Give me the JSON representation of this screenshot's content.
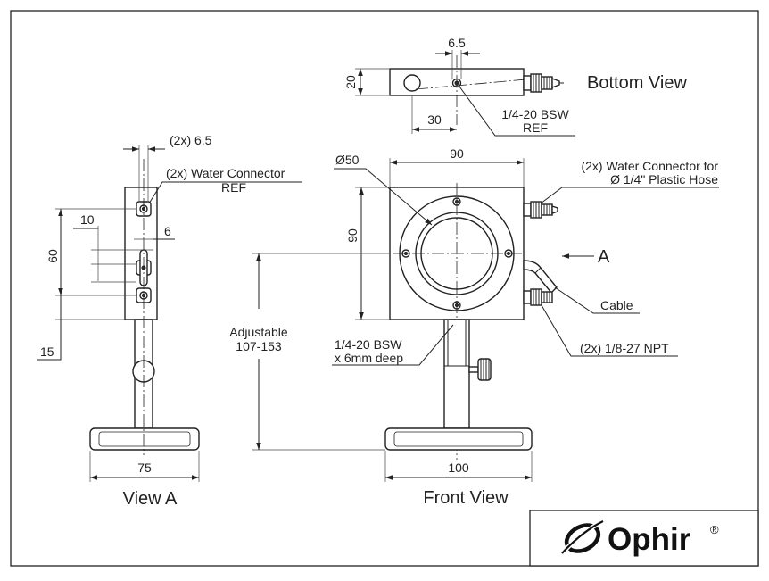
{
  "bottom_view": {
    "title": "Bottom View",
    "dim_depth": "20",
    "dim_hole_offset": "6.5",
    "dim_ref_offset": "30",
    "note_thread": "1/4-20 BSW",
    "note_ref": "REF"
  },
  "view_a": {
    "title": "View A",
    "dim_top_offset": "(2x) 6.5",
    "note_connector": "(2x) Water Connector",
    "note_ref": "REF",
    "dim_10": "10",
    "dim_6": "6",
    "dim_60": "60",
    "dim_15": "15",
    "dim_base": "75"
  },
  "front_view": {
    "title": "Front View",
    "dim_aperture": "Ø50",
    "dim_width": "90",
    "dim_height": "90",
    "note_connector_line1": "(2x) Water Connector for",
    "note_connector_line2": "Ø 1/4\" Plastic Hose",
    "view_marker": "A",
    "note_cable": "Cable",
    "note_npt": "(2x) 1/8-27 NPT",
    "note_adjustable_line1": "Adjustable",
    "note_adjustable_line2": "107-153",
    "note_mount_line1": "1/4-20 BSW",
    "note_mount_line2": "x 6mm deep",
    "dim_base": "100"
  },
  "logo": {
    "brand": "Ophir",
    "mark": "®"
  }
}
